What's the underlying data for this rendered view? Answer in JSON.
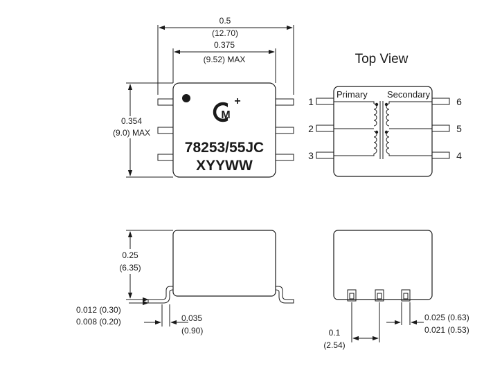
{
  "top_body": {
    "part_number": "78253/55JC",
    "date_code": "XYYWW",
    "logo": "cm-plus-logo",
    "dim_width_in": "0.5",
    "dim_width_mm": "(12.70)",
    "dim_inner_in": "0.375",
    "dim_inner_mm": "(9.52) MAX",
    "dim_height_in": "0.354",
    "dim_height_mm": "(9.0) MAX"
  },
  "top_view": {
    "title": "Top View",
    "primary_label": "Primary",
    "secondary_label": "Secondary",
    "pins_left": [
      "1",
      "2",
      "3"
    ],
    "pins_right": [
      "6",
      "5",
      "4"
    ]
  },
  "side_view": {
    "dim_height_in": "0.25",
    "dim_height_mm": "(6.35)",
    "dim_lead_thick_max": "0.012 (0.30)",
    "dim_lead_thick_min": "0.008 (0.20)",
    "dim_lead_len_in": "0.035",
    "dim_lead_len_mm": "(0.90)"
  },
  "end_view": {
    "dim_pitch_in": "0.1",
    "dim_pitch_mm": "(2.54)",
    "dim_lead_w_max": "0.025 (0.63)",
    "dim_lead_w_min": "0.021 (0.53)"
  }
}
